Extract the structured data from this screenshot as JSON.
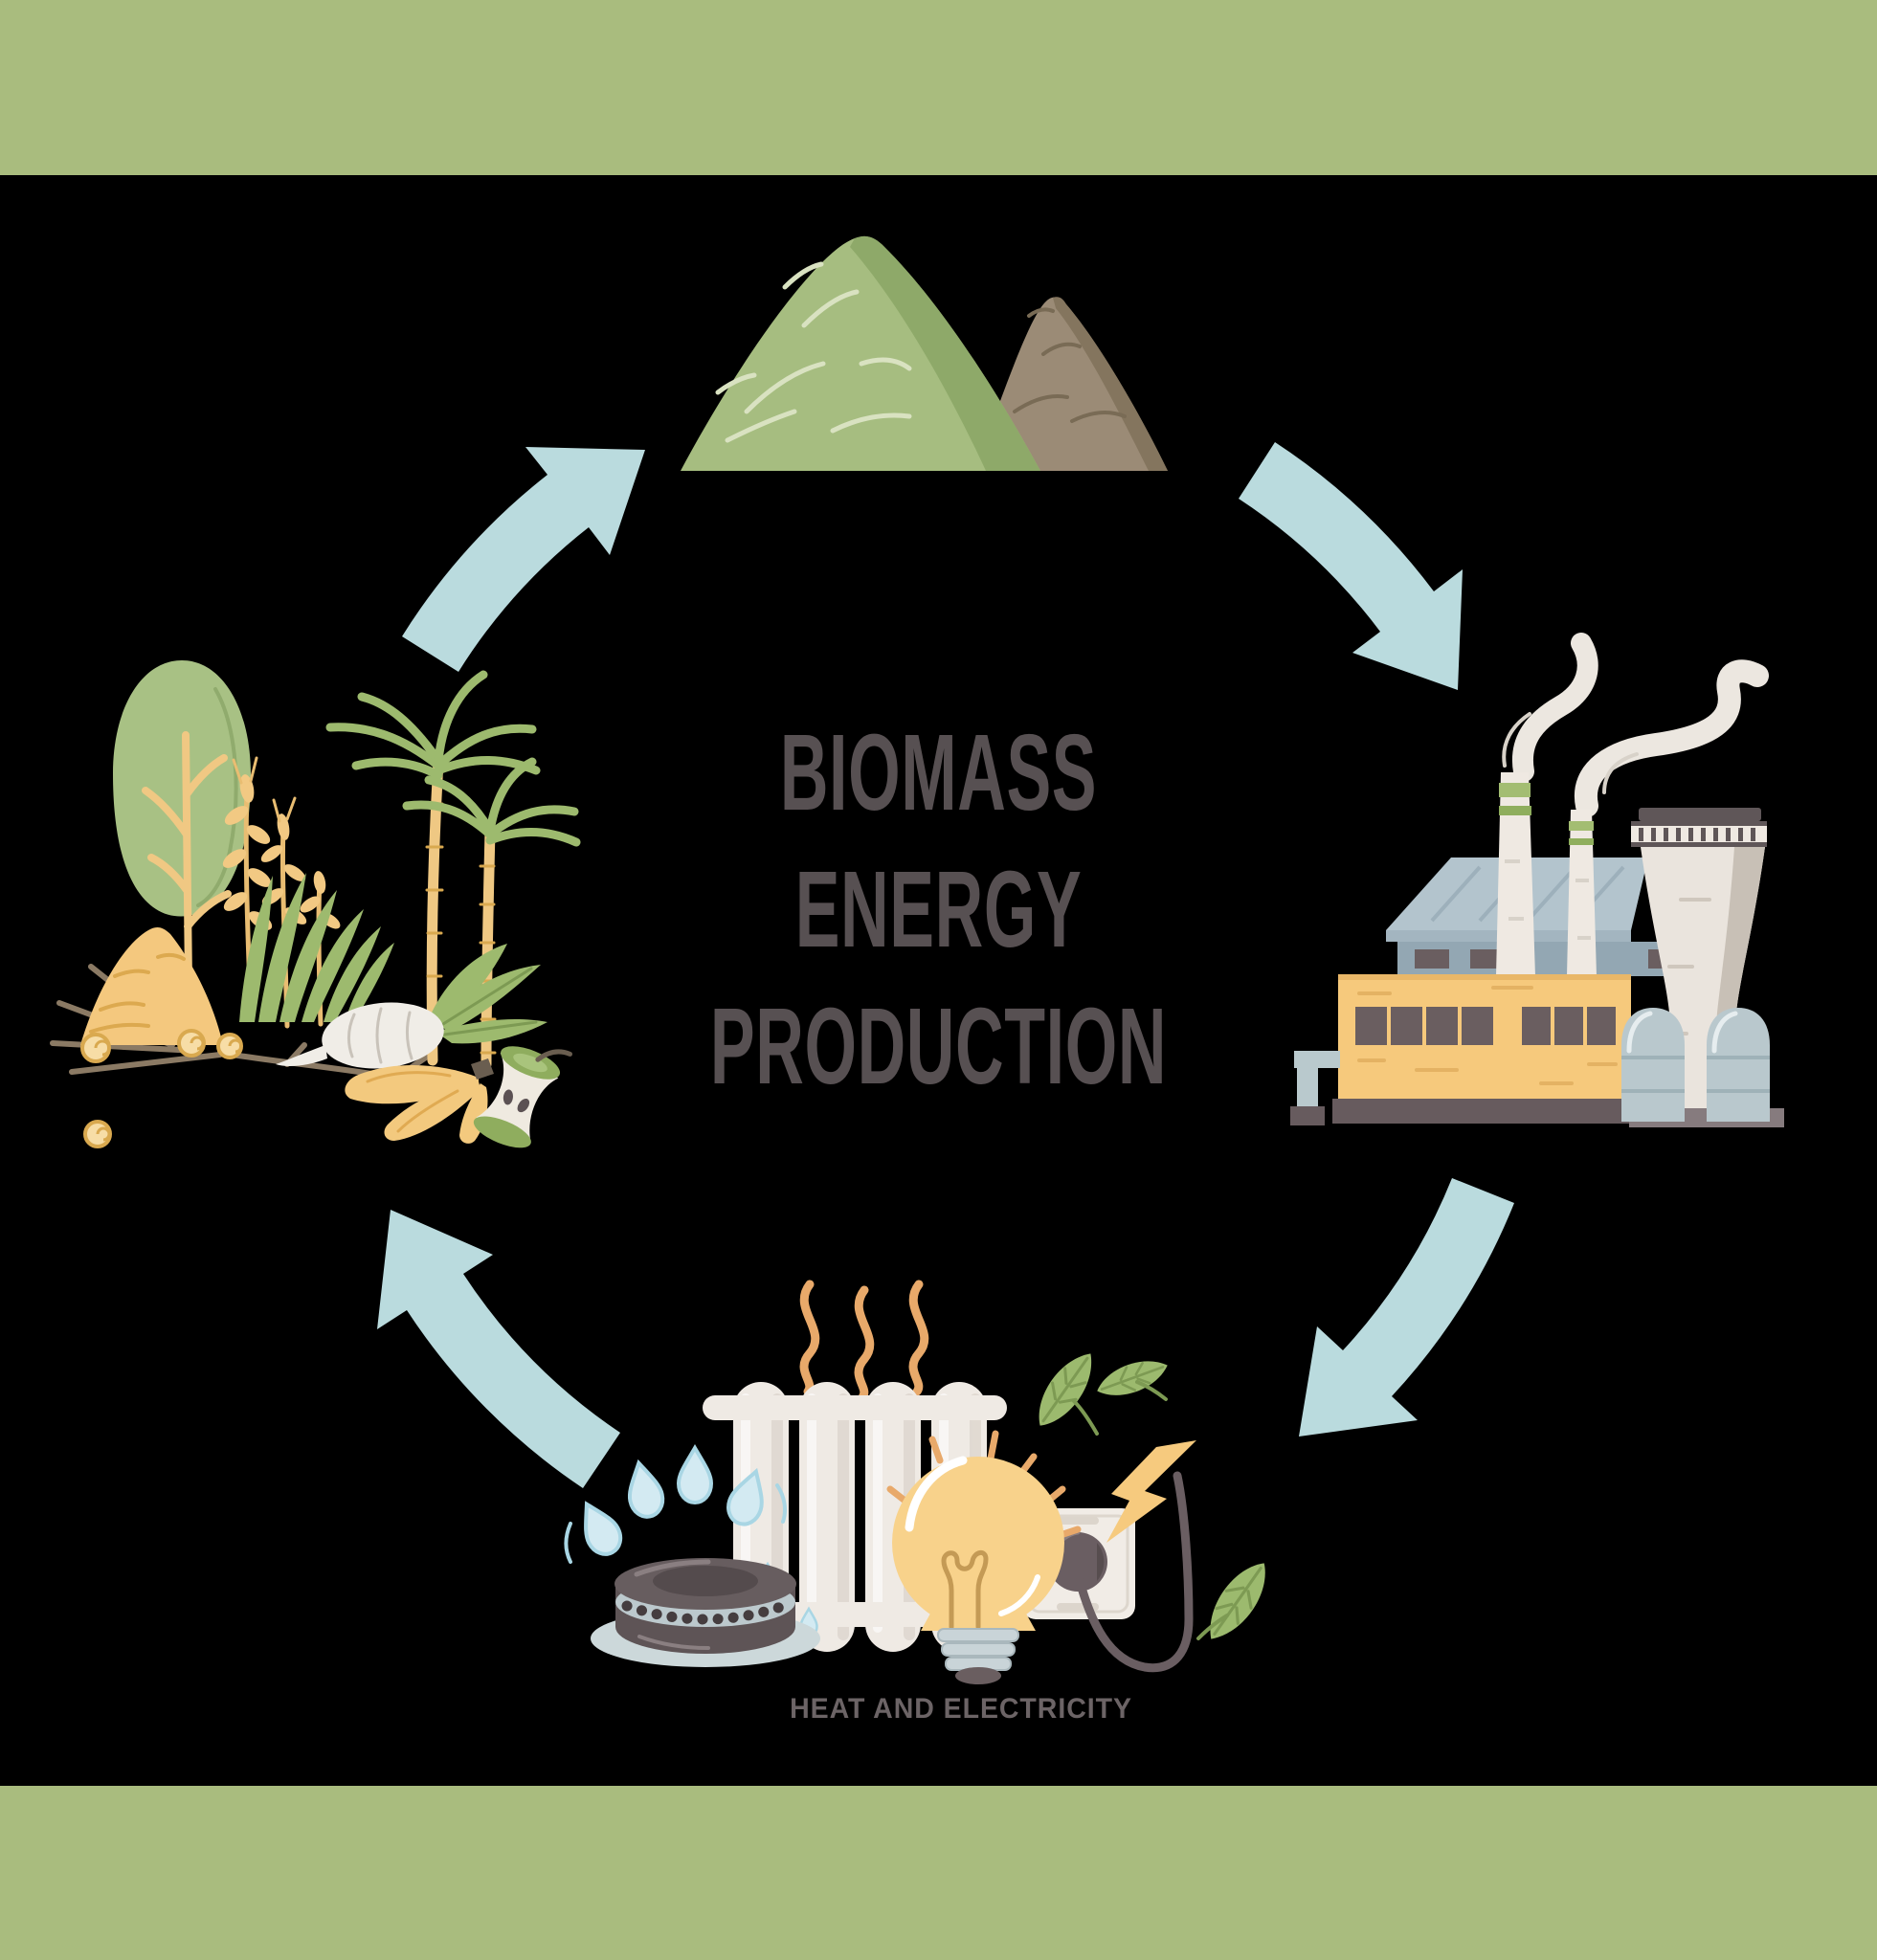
{
  "title": {
    "lines": [
      "BIOMASS",
      "ENERGY",
      "PRODUCTION"
    ]
  },
  "captions": {
    "bottom": "HEAT AND ELECTRICITY"
  },
  "palette": {
    "background": "#000000",
    "band_green": "#a9bc7e",
    "arrow_blue": "#badbde",
    "title_text": "#575052",
    "caption_text": "#6c6466",
    "illustration_yellow": "#f4c87e",
    "illustration_green": "#9dba6e",
    "mound_green": "#a6bd80",
    "mound_brown": "#9b8b76",
    "smoke_white": "#ece7e0",
    "dark_gray": "#5f5557",
    "off_white": "#efeae4",
    "blue_gray": "#b9c8cd",
    "flame_blue": "#d3eaf2"
  },
  "cycle": {
    "direction": "clockwise",
    "arrow_count": 4,
    "arrows": [
      "left-to-top",
      "top-to-right",
      "right-to-bottom",
      "bottom-to-left"
    ],
    "stages": [
      {
        "position": "top",
        "icon": "biomass-piles-icon"
      },
      {
        "position": "right",
        "icon": "power-plant-icon"
      },
      {
        "position": "bottom",
        "icon": "heat-electricity-icon"
      },
      {
        "position": "left",
        "icon": "biomass-sources-icon"
      }
    ]
  }
}
